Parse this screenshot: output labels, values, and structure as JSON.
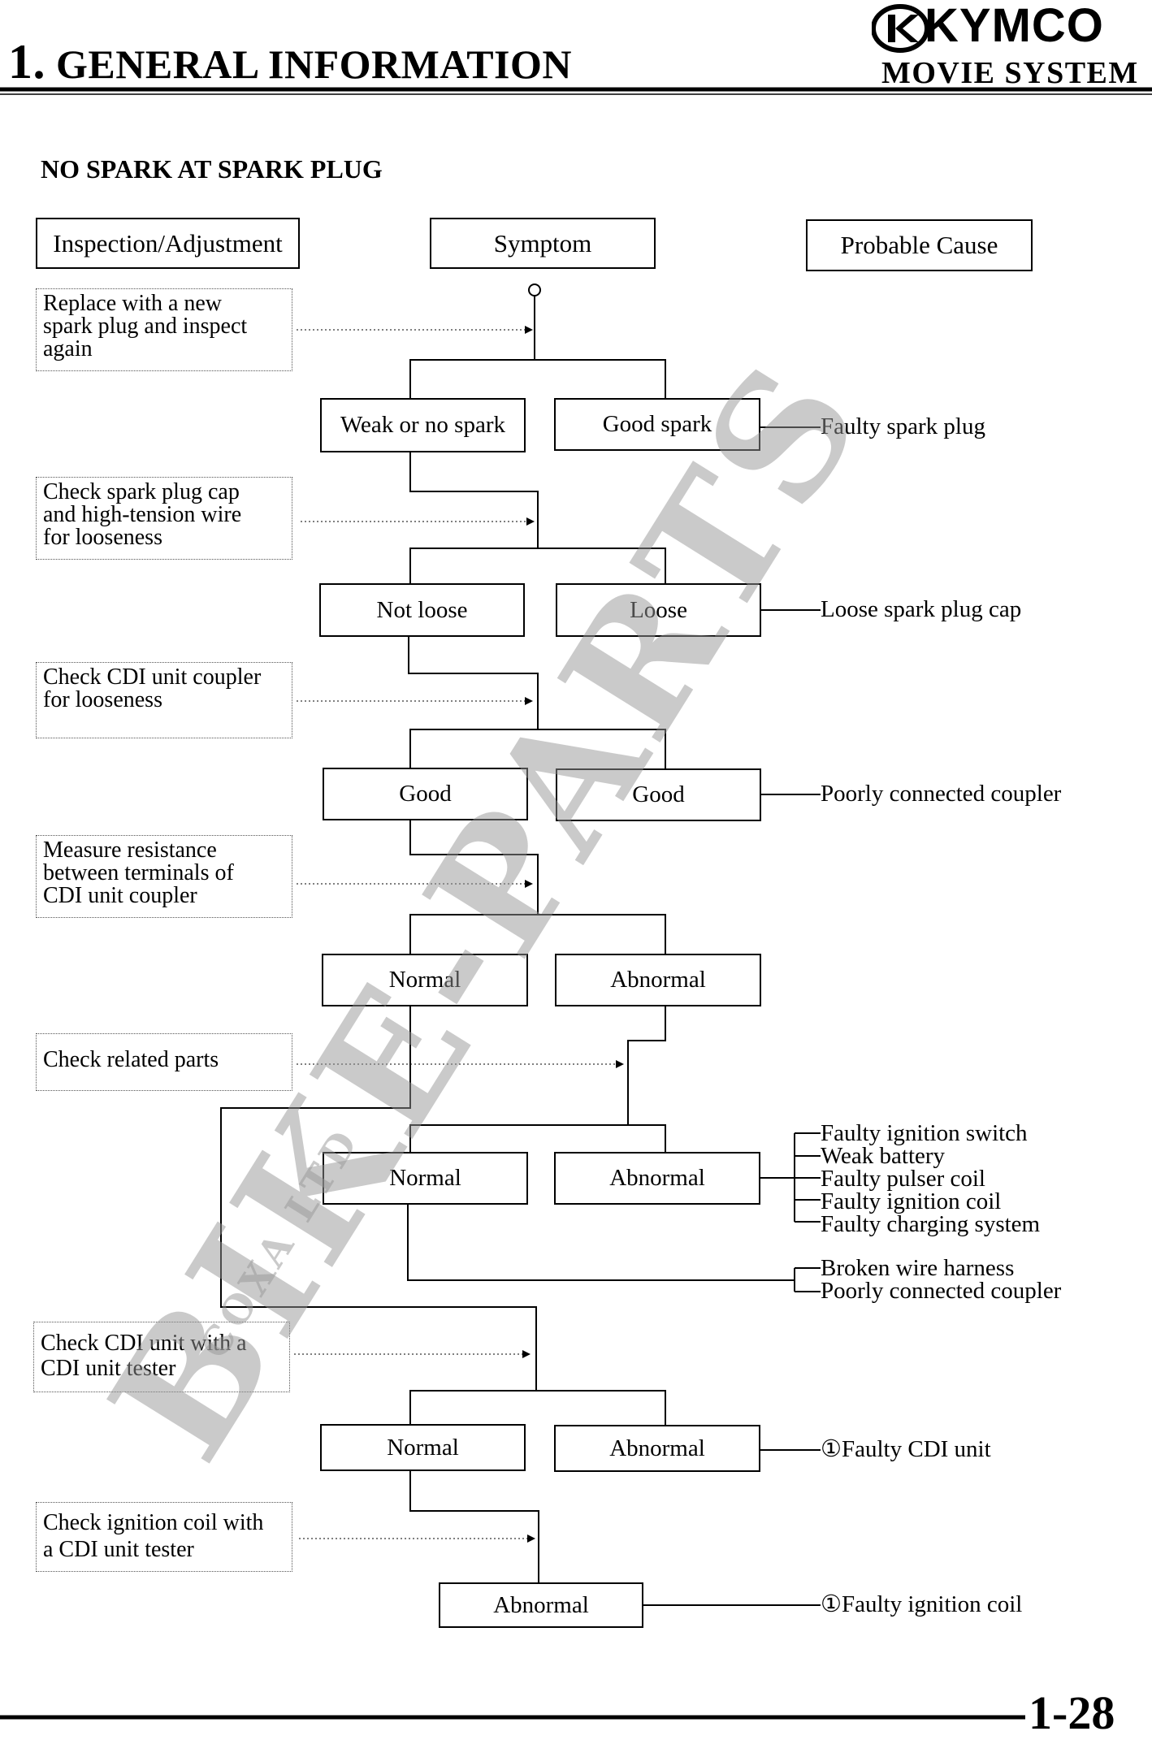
{
  "header": {
    "chapter_number": "1.",
    "chapter_title": "GENERAL INFORMATION",
    "brand": "KYMCO",
    "model": "MOVIE SYSTEM"
  },
  "section_title": "NO SPARK AT SPARK PLUG",
  "columns": {
    "inspection": "Inspection/Adjustment",
    "symptom": "Symptom",
    "cause": "Probable Cause"
  },
  "inspections": [
    [
      "Replace with a new",
      "spark plug and inspect",
      "again"
    ],
    [
      "Check spark plug cap",
      "and high-tension wire",
      "for looseness"
    ],
    [
      "Check CDI unit coupler",
      "for looseness"
    ],
    [
      "Measure resistance",
      "between terminals of",
      "CDI unit coupler"
    ],
    [
      "Check related parts"
    ],
    [
      "Check CDI unit with a",
      "CDI unit tester"
    ],
    [
      "Check ignition coil with",
      "a CDI unit tester"
    ]
  ],
  "symptoms": {
    "s1_left": "Weak or no spark",
    "s1_right": "Good spark",
    "s2_left": "Not loose",
    "s2_right": "Loose",
    "s3_left": "Good",
    "s3_right": "Good",
    "s4_left": "Normal",
    "s4_right": "Abnormal",
    "s5_left": "Normal",
    "s5_right": "Abnormal",
    "s6_left": "Normal",
    "s6_right": "Abnormal",
    "s7": "Abnormal"
  },
  "causes": {
    "c1": "Faulty spark plug",
    "c2": "Loose spark plug cap",
    "c3": "Poorly connected coupler",
    "c4": [
      "Faulty ignition switch",
      "Weak battery",
      "Faulty pulser coil",
      "Faulty ignition coil",
      "Faulty charging system"
    ],
    "c5": [
      "Broken wire harness",
      "Poorly connected coupler"
    ],
    "c6": "①Faulty CDI unit",
    "c7": "①Faulty ignition coil"
  },
  "watermark": {
    "main": "BIKE-PARTS",
    "sub": "COXA LTD"
  },
  "page_number": "1-28"
}
